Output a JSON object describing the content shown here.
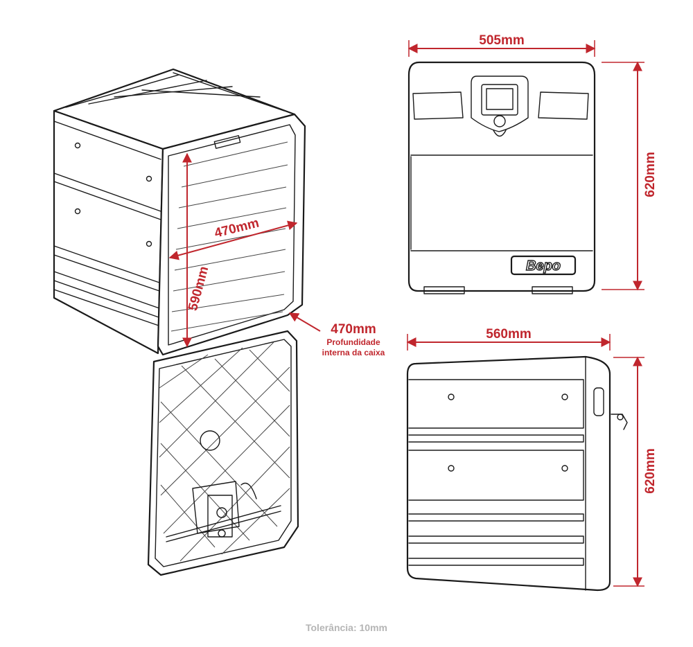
{
  "colors": {
    "dimension": "#c0262d",
    "outline": "#1a1a1a",
    "tolerance": "#b5b5b5"
  },
  "front_view": {
    "width_label": "505mm",
    "height_label": "620mm",
    "brand_logo": "Bepo"
  },
  "side_view": {
    "depth_label": "560mm",
    "height_label": "620mm"
  },
  "open_view": {
    "inner_width_label": "470mm",
    "inner_height_label": "590mm",
    "inner_depth_label": "470mm",
    "inner_depth_note_line1": "Profundidade",
    "inner_depth_note_line2": "interna da caixa"
  },
  "footer": {
    "tolerance": "Tolerância: 10mm"
  }
}
